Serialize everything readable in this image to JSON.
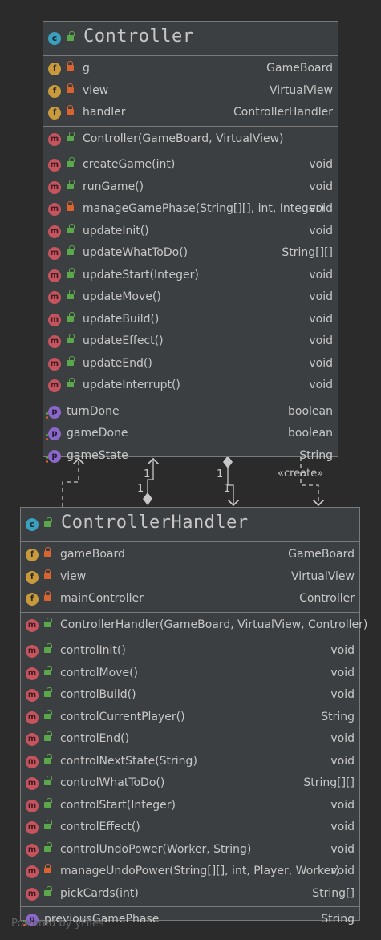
{
  "controller": {
    "title": "Controller",
    "fields": [
      {
        "name": "g",
        "type": "GameBoard"
      },
      {
        "name": "view",
        "type": "VirtualView"
      },
      {
        "name": "handler",
        "type": "ControllerHandler"
      }
    ],
    "constructors": [
      {
        "name": "Controller(GameBoard, VirtualView)",
        "type": ""
      }
    ],
    "methods": [
      {
        "name": "createGame(int)",
        "type": "void",
        "access": "public"
      },
      {
        "name": "runGame()",
        "type": "void",
        "access": "public"
      },
      {
        "name": "manageGamePhase(String[][], int, Integer)",
        "type": "void",
        "access": "private"
      },
      {
        "name": "updateInit()",
        "type": "void",
        "access": "public"
      },
      {
        "name": "updateWhatToDo()",
        "type": "String[][]",
        "access": "public"
      },
      {
        "name": "updateStart(Integer)",
        "type": "void",
        "access": "public"
      },
      {
        "name": "updateMove()",
        "type": "void",
        "access": "public"
      },
      {
        "name": "updateBuild()",
        "type": "void",
        "access": "public"
      },
      {
        "name": "updateEffect()",
        "type": "void",
        "access": "public"
      },
      {
        "name": "updateEnd()",
        "type": "void",
        "access": "public"
      },
      {
        "name": "updateInterrupt()",
        "type": "void",
        "access": "public"
      }
    ],
    "properties": [
      {
        "name": "turnDone",
        "type": "boolean"
      },
      {
        "name": "gameDone",
        "type": "boolean"
      },
      {
        "name": "gameState",
        "type": "String"
      }
    ]
  },
  "handler": {
    "title": "ControllerHandler",
    "fields": [
      {
        "name": "gameBoard",
        "type": "GameBoard"
      },
      {
        "name": "view",
        "type": "VirtualView"
      },
      {
        "name": "mainController",
        "type": "Controller"
      }
    ],
    "constructors": [
      {
        "name": "ControllerHandler(GameBoard, VirtualView, Controller)",
        "type": ""
      }
    ],
    "methods": [
      {
        "name": "controlInit()",
        "type": "void",
        "access": "public"
      },
      {
        "name": "controlMove()",
        "type": "void",
        "access": "public"
      },
      {
        "name": "controlBuild()",
        "type": "void",
        "access": "public"
      },
      {
        "name": "controlCurrentPlayer()",
        "type": "String",
        "access": "public"
      },
      {
        "name": "controlEnd()",
        "type": "void",
        "access": "public"
      },
      {
        "name": "controlNextState(String)",
        "type": "void",
        "access": "public"
      },
      {
        "name": "controlWhatToDo()",
        "type": "String[][]",
        "access": "public"
      },
      {
        "name": "controlStart(Integer)",
        "type": "void",
        "access": "public"
      },
      {
        "name": "controlEffect()",
        "type": "void",
        "access": "public"
      },
      {
        "name": "controlUndoPower(Worker, String)",
        "type": "void",
        "access": "public"
      },
      {
        "name": "manageUndoPower(String[][], int, Player, Worker)",
        "type": "void",
        "access": "private"
      },
      {
        "name": "pickCards(int)",
        "type": "String[]",
        "access": "public"
      }
    ],
    "properties": [
      {
        "name": "previousGamePhase",
        "type": "String"
      }
    ]
  },
  "edges": {
    "mult_left_top": "1",
    "mult_left_bottom": "1",
    "mult_right_top": "1",
    "mult_right_bottom": "1",
    "create_label": "«create»"
  },
  "icons": {
    "class_letter": "c",
    "field_letter": "f",
    "method_letter": "m",
    "property_letter": "p"
  },
  "footer": "Powered by yFiles"
}
